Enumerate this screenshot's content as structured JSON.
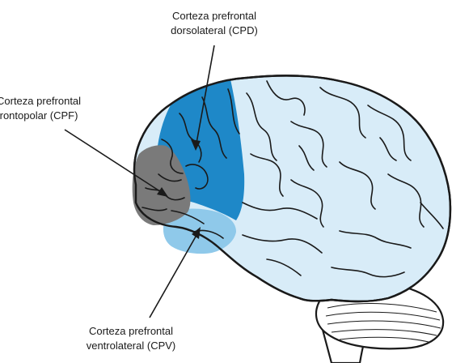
{
  "labels": {
    "cpd": {
      "line1": "Corteza prefrontal",
      "line2": "dorsolateral (CPD)"
    },
    "cpf": {
      "line1": "Corteza prefrontal",
      "line2": "frontopolar (CPF)"
    },
    "cpv": {
      "line1": "Corteza prefrontal",
      "line2": "ventrolateral (CPV)"
    }
  },
  "colors": {
    "brain_fill": "#d8ecf8",
    "brain_outline": "#1a1a1a",
    "cpd_region": "#1e88c8",
    "cpf_region": "#7a7a7a",
    "cpv_region": "#8fc9ea",
    "cerebellum_fill": "#ffffff"
  }
}
